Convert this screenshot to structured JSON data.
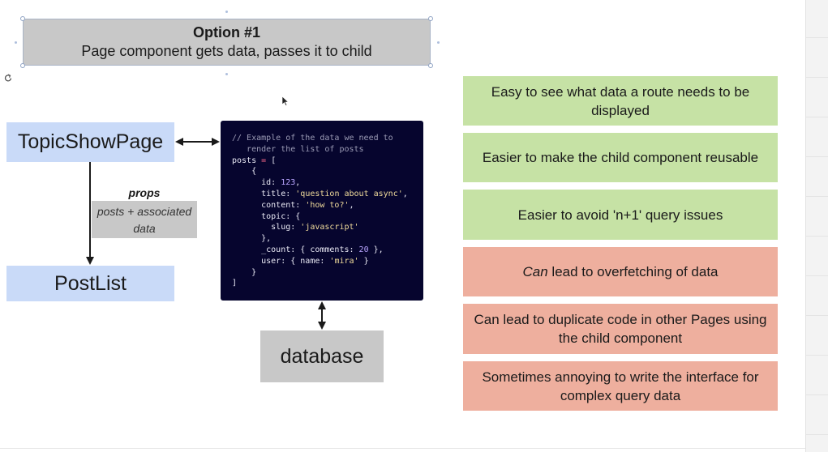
{
  "title": {
    "heading": "Option #1",
    "subheading": "Page component gets data, passes it to child"
  },
  "nodes": {
    "topic_show_page": "TopicShowPage",
    "post_list": "PostList",
    "database": "database"
  },
  "props_label": {
    "title": "props",
    "description_line1": "posts + associated",
    "description_line2": "data"
  },
  "code": {
    "comment_line1": "// Example of the data we need to",
    "comment_line2": "   render the list of posts",
    "posts_var": "posts",
    "id_value": "123",
    "title_value": "'question about async'",
    "content_value": "'how to?'",
    "slug_value": "'javascript'",
    "comments_value": "20",
    "name_value": "'mira'"
  },
  "pros": [
    "Easy to see what data a route needs to be displayed",
    "Easier to make the child component reusable",
    "Easier to avoid 'n+1' query issues"
  ],
  "cons": {
    "overfetch_emphasis": "Can",
    "overfetch_rest": " lead to overfetching of data",
    "duplicate": "Can lead to duplicate code in other Pages using the child component",
    "annoying": "Sometimes annoying to write the interface for complex query data"
  },
  "colors": {
    "node_blue": "#c9daf8",
    "pro_green": "#c6e2a5",
    "con_red": "#eeaf9e",
    "code_bg": "#06052e",
    "label_gray": "#c8c8c8"
  }
}
